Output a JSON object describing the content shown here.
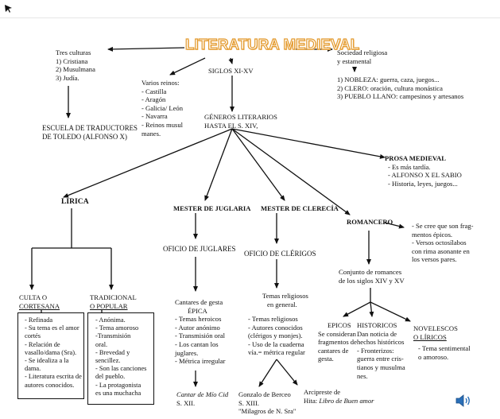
{
  "title": "LITERATURA MEDIEVAL",
  "colors": {
    "title_fill": "#ffffff",
    "title_stroke": "#e39a2e",
    "lines": "#111111",
    "speaker": "#2a6fb8"
  },
  "left_top": {
    "lines": [
      "Tres culturas",
      "1) Cristiana",
      "2) Musulmana",
      "3) Judía."
    ]
  },
  "escuela": {
    "lines": [
      "ESCUELA DE TRADUCTORES",
      "DE TOLEDO (ALFONSO  X)"
    ]
  },
  "reinos": {
    "lines": [
      "Varios reinos:",
      "- Castilla",
      "- Aragón",
      "- Galicia/ León",
      "- Navarra",
      "- Reinos musul",
      "manes."
    ]
  },
  "siglos": "SIGLOS XI-XV",
  "sociedad": {
    "lines": [
      "Sociedad religiosa",
      "y estamental"
    ]
  },
  "estamentos": {
    "lines": [
      "1) NOBLEZA: guerra, caza, juegos...",
      "2) CLERO: oración, cultura monástica",
      "3) PUEBLO LLANO: campesinos y artesanos"
    ]
  },
  "generos": {
    "lines": [
      "GÉNEROS LITERARIOS",
      "HASTA EL S. XIV,"
    ]
  },
  "prosa": {
    "title": "PROSA MEDIEVAL",
    "lines": [
      "- Es más tardía.",
      "- ALFONSO X EL SABIO",
      "- Historia, leyes, juegos..."
    ]
  },
  "lirica": "LIRICA",
  "juglaria": "MESTER DE JUGLARIA",
  "clerecia": "MESTER DE CLERECÍA",
  "romancero": "ROMANCERO",
  "romancero_note": {
    "lines": [
      "- Se cree que son frag-",
      "mentos épicos.",
      "- Versos octosílabos",
      "con rima asonante en",
      "los versos pares."
    ]
  },
  "oficio_juglares": "OFICIO DE JUGLARES",
  "oficio_clerigos": "OFICIO DE CLÉRIGOS",
  "culta": {
    "lines": [
      "CULTA O",
      "CORTESANA"
    ]
  },
  "tradicional": {
    "lines": [
      "TRADICIONAL",
      "O POPULAR"
    ]
  },
  "culta_box": {
    "lines": [
      "- Refinada",
      "- Su tema es el amor",
      "cortés",
      "- Relación de",
      "vasallo/dama (Sra).",
      "- Se idealiza a la",
      "dama.",
      "- Literatura escrita de",
      "autores conocidos."
    ]
  },
  "trad_box": {
    "lines": [
      "- Anónima.",
      "- Tema amoroso",
      "-Transmisión",
      "oral.",
      "- Brevedad  y",
      "sencillez.",
      "- Son las canciones",
      "del pueblo.",
      "- La protagonista",
      "es una muchacha"
    ]
  },
  "cantares": {
    "lines": [
      "Cantares de gesta",
      "ÉPICA",
      "- Temas heroicos",
      "- Autor anónimo",
      "- Transmisión oral",
      "- Los cantan los",
      "juglares.",
      "- Métrica irregular"
    ]
  },
  "cantar_mio_cid": {
    "name": "Cantar de Mío Cid",
    "century": "S. XII."
  },
  "temas_religiosos": {
    "lines": [
      "Temas religiosos",
      "en general."
    ]
  },
  "clerecia_list": {
    "lines": [
      "- Temas religiosos",
      "- Autores conocidos",
      "(clérigos y monjes).",
      "- Uso de la cuaderna",
      "vía.= métrica regular"
    ]
  },
  "berceo": {
    "lines": [
      "Gonzalo de Berceo",
      "S. XIII.",
      "\"Milagros de N. Sra\""
    ]
  },
  "arcipreste": {
    "line1": "Arcipreste de",
    "prefix": "Hita: ",
    "work": "Libro de Buen amor"
  },
  "conjunto": {
    "lines": [
      "Conjunto de romances",
      "de los siglos XIV y XV"
    ]
  },
  "epicos": {
    "title": "EPICOS",
    "lines": [
      "Se consideran",
      "fragmentos de",
      "cantares de",
      "gesta."
    ]
  },
  "historicos": {
    "title": "HISTORICOS",
    "lines": [
      "Dan noticia de",
      "hechos históricos",
      "- Fronterizos:",
      "guerra entre cris-",
      "tianos y musulma",
      "nes."
    ]
  },
  "novelescos": {
    "title_lines": [
      "NOVELESCOS",
      "O LÍRICOS"
    ],
    "lines": [
      "- Tema sentimental",
      "o amoroso."
    ]
  }
}
